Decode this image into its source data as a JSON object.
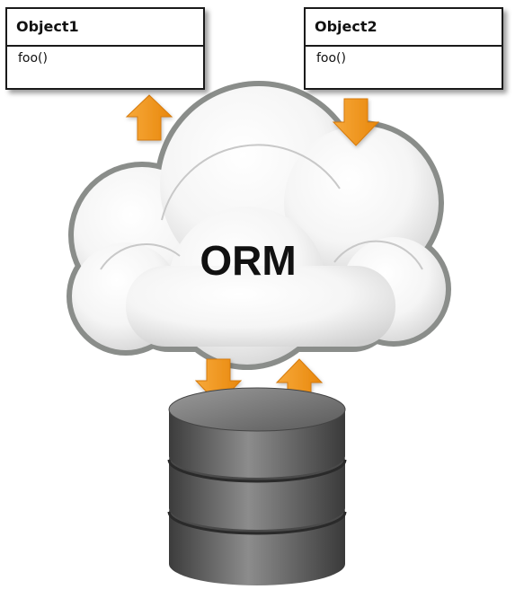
{
  "objects": [
    {
      "name": "Object1",
      "method": "foo()"
    },
    {
      "name": "Object2",
      "method": "foo()"
    }
  ],
  "cloud": {
    "label": "ORM"
  },
  "colors": {
    "arrow": "#f39c1d",
    "cloud_outline": "#8a8d8a",
    "database": "#6a6a6a"
  },
  "icons": {
    "cloud": "cloud-icon",
    "database": "database-icon",
    "arrow_up": "arrow-up-icon",
    "arrow_down": "arrow-down-icon"
  }
}
